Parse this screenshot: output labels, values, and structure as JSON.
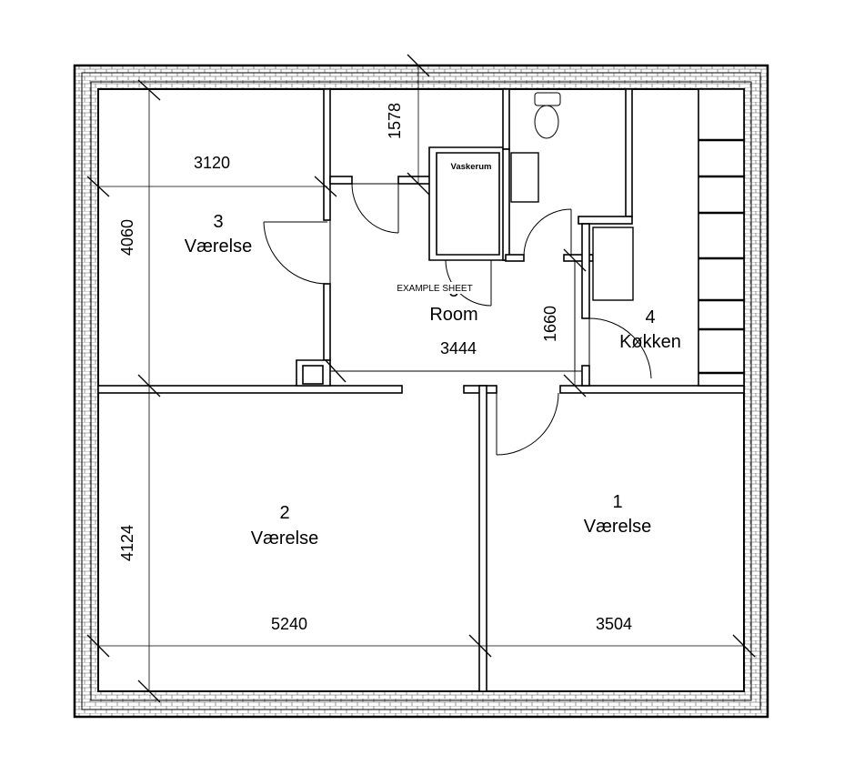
{
  "rooms": [
    {
      "number": "3",
      "name": "Værelse"
    },
    {
      "number": "5",
      "name": "Room"
    },
    {
      "number": "4",
      "name": "Køkken"
    },
    {
      "number": "2",
      "name": "Værelse"
    },
    {
      "number": "1",
      "name": "Værelse"
    }
  ],
  "dimensions": {
    "room3_width": "3120",
    "room3_height": "4060",
    "bath_height": "1578",
    "room5_width": "3444",
    "room5_height": "1660",
    "room2_height": "4124",
    "room2_width": "5240",
    "room1_width": "3504"
  },
  "labels": {
    "utility": "Vaskerum",
    "watermark": "EXAMPLE SHEET"
  }
}
